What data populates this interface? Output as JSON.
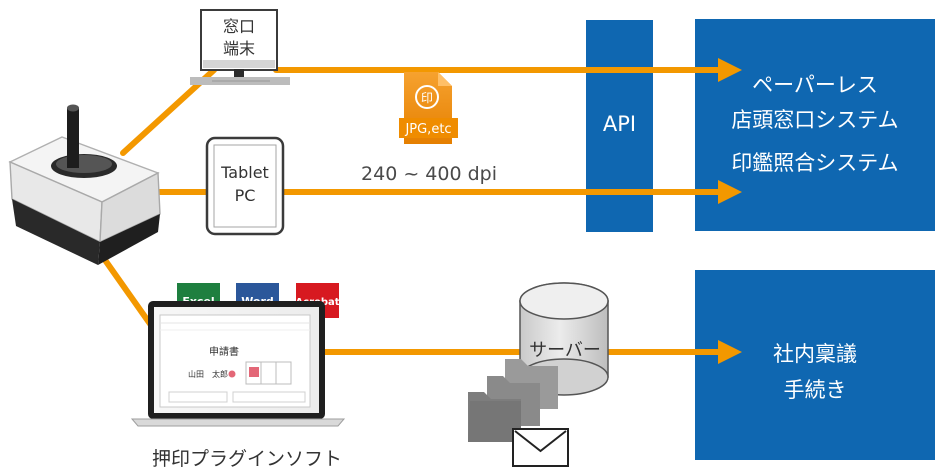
{
  "colors": {
    "arrow_orange": "#f39800",
    "panel_blue": "#0f67b1",
    "excel_green": "#1e7f3f",
    "word_blue": "#2b579a",
    "acrobat_red": "#d71920",
    "server_gray": "#d7d7d7",
    "text_dark": "#333333",
    "text_gray": "#4a4a4a",
    "white": "#ffffff"
  },
  "icons": {
    "scanner": "seal-scanner-device-icon",
    "monitor": "monitor-icon",
    "tablet": "tablet-icon",
    "image_file": "image-file-icon",
    "server": "database-server-icon",
    "folder": "folder-stack-icon",
    "mail": "mail-icon",
    "laptop": "laptop-icon"
  },
  "counter_terminal": {
    "line1": "窓口",
    "line2": "端末"
  },
  "tablet_pc": {
    "line1": "Tablet",
    "line2": "PC"
  },
  "image_file": {
    "seal_char": "印",
    "format": "JPG,etc"
  },
  "resolution": "240 ~ 400 dpi",
  "api_label": "API",
  "systems": {
    "line1": "ペーパーレス",
    "line2": "店頭窓口システム",
    "line3": "印鑑照合システム"
  },
  "office_badges": {
    "excel": "Excel",
    "word": "Word",
    "acrobat": "Acrobat"
  },
  "server_label": "サーバー",
  "internal": {
    "line1": "社内稟議",
    "line2": "手続き"
  },
  "plugin_label": "押印プラグインソフト",
  "screen_document": {
    "title": "申請書",
    "name_text": "山田　太郎"
  }
}
